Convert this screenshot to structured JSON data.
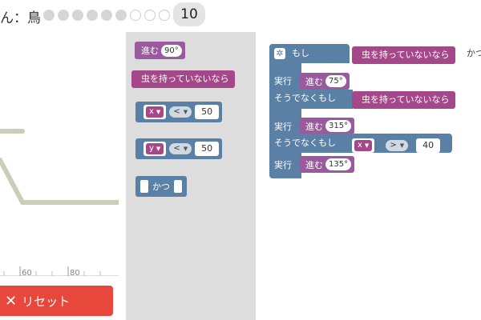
{
  "header": {
    "level_label": "ん：鳥",
    "progress_dots": [
      true,
      true,
      true,
      true,
      true,
      true,
      false,
      false,
      false
    ],
    "level_number": "10"
  },
  "stage": {
    "ruler_labels": [
      "60",
      "80"
    ]
  },
  "reset_button": {
    "label": "リセット"
  },
  "toolbox": {
    "move_block": {
      "label": "進む",
      "value": "90°"
    },
    "no_worm_block": {
      "label": "虫を持っていないなら"
    },
    "compare_x": {
      "var": "x",
      "op": "<",
      "value": "50"
    },
    "compare_y": {
      "var": "y",
      "op": "<",
      "value": "50"
    },
    "and_block": {
      "label": "かつ"
    }
  },
  "workspace": {
    "if_label": "もし",
    "and_label": "かつ",
    "condition1": "虫を持っていないなら",
    "do_label": "実行",
    "move1": {
      "label": "進む",
      "value": "75°"
    },
    "else_if1": "そうでなくもし",
    "condition2": "虫を持っていないなら",
    "move2": {
      "label": "進む",
      "value": "315°"
    },
    "else_if2": "そうでなくもし",
    "compare": {
      "var": "x",
      "op": ">",
      "value": "40"
    },
    "move3": {
      "label": "進む",
      "value": "135°"
    }
  },
  "colors": {
    "logic": "#5b80a5",
    "movement": "#9a5b9e",
    "condition": "#a4488a",
    "reset": "#e8483b",
    "toolbox_bg": "#dddddd"
  }
}
